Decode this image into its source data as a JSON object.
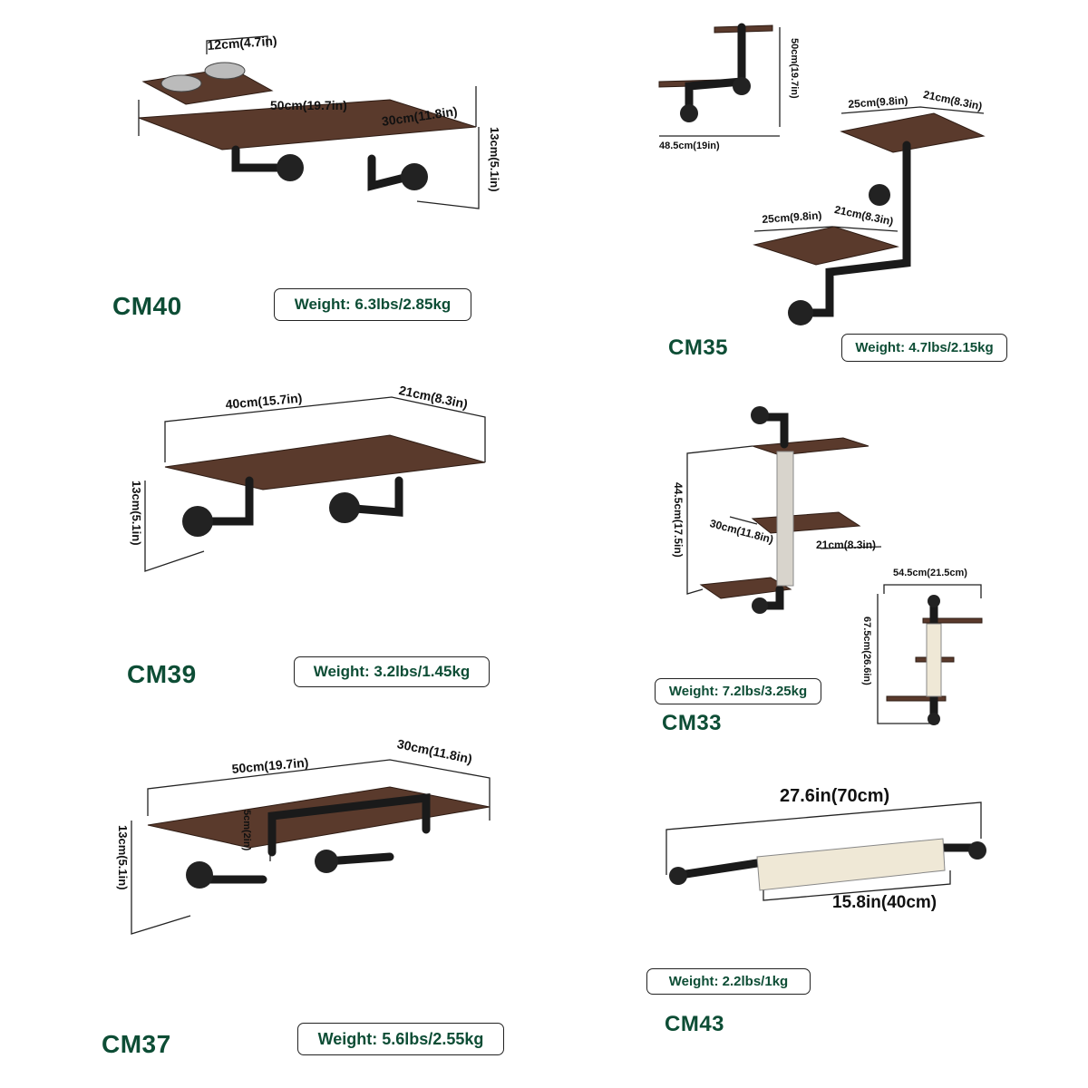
{
  "products": [
    {
      "model": "CM40",
      "weight": "Weight: 6.3lbs/2.85kg",
      "dims": [
        "12cm(4.7in)",
        "50cm(19.7in)",
        "30cm(11.8in)",
        "13cm(5.1in)"
      ]
    },
    {
      "model": "CM35",
      "weight": "Weight: 4.7lbs/2.15kg",
      "dims": [
        "50cm(19.7in)",
        "48.5cm(19in)",
        "25cm(9.8in)",
        "21cm(8.3in)",
        "25cm(9.8in)",
        "21cm(8.3in)"
      ]
    },
    {
      "model": "CM39",
      "weight": "Weight: 3.2lbs/1.45kg",
      "dims": [
        "40cm(15.7in)",
        "21cm(8.3in)",
        "13cm(5.1in)"
      ]
    },
    {
      "model": "CM33",
      "weight": "Weight: 7.2lbs/3.25kg",
      "dims": [
        "44.5cm(17.5in)",
        "30cm(11.8in)",
        "21cm(8.3in)",
        "54.5cm(21.5cm)",
        "67.5cm(26.6in)"
      ]
    },
    {
      "model": "CM37",
      "weight": "Weight: 5.6lbs/2.55kg",
      "dims": [
        "50cm(19.7in)",
        "30cm(11.8in)",
        "5cm(2in)",
        "13cm(5.1in)"
      ]
    },
    {
      "model": "CM43",
      "weight": "Weight: 2.2lbs/1kg",
      "dims": [
        "27.6in(70cm)",
        "15.8in(40cm)"
      ]
    }
  ],
  "colors": {
    "label_green": "#0d4d35",
    "wood": "#5a3a2c",
    "pipe": "#1a1a1a",
    "rope": "#efe8d6"
  }
}
